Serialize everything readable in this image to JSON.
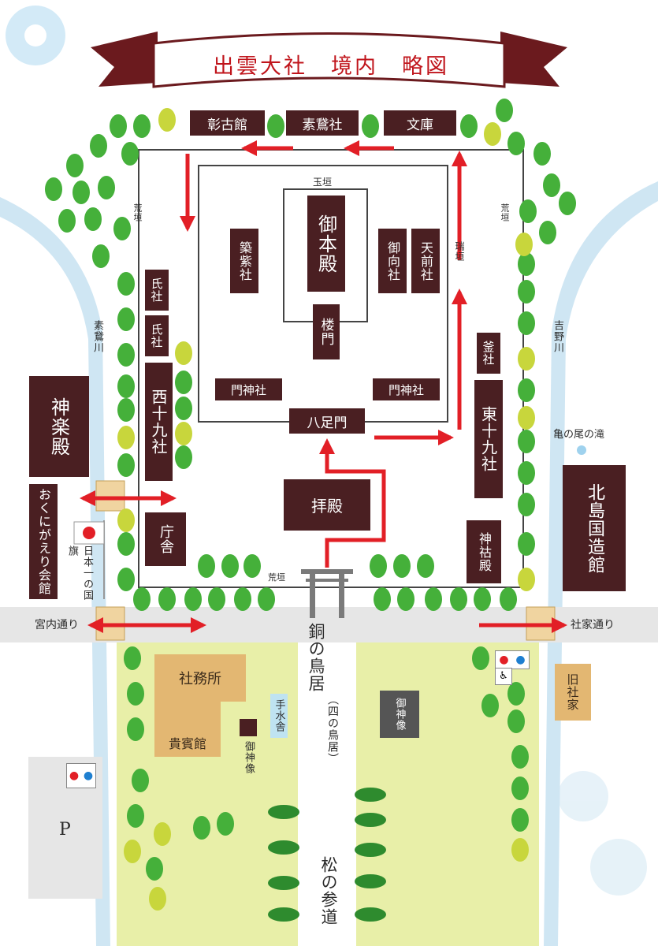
{
  "title": "出雲大社　境内　略図",
  "colors": {
    "building": "#4a1f22",
    "arrow": "#e21f26",
    "river": "#cfe6f3",
    "lawn": "#e8efa8",
    "tree_green": "#45b03a",
    "tree_yellow": "#c8d63c",
    "tan_building": "#e3b772"
  },
  "buildings": {
    "shokokan": "彰古館",
    "sogasha": "素鵞社",
    "bunko": "文庫",
    "gohonden": "御本殿",
    "tsukushi": "築紫社",
    "mimukai": "御向社",
    "amasaki": "天前社",
    "roumon": "楼門",
    "monjinja_left": "門神社",
    "monjinja_right": "門神社",
    "yatsuashimon": "八足門",
    "haiden": "拝殿",
    "ujisha1": "氏社",
    "ujisha2": "氏社",
    "nishi_jukusha": "西十九社",
    "higashi_jukusha": "東十九社",
    "kamasha": "釜社",
    "kaguraden": "神楽殿",
    "okuni": "おくにがえり会館",
    "chosha": "庁舎",
    "jinkoden": "神祜殿",
    "kitajima": "北島国造館",
    "shamusho": "社務所",
    "kihinkan": "貴賓館",
    "gojinzo_small": "御神像",
    "gojinzo_large": "御神像",
    "chozusha": "手水舎",
    "kyushake": "旧社家",
    "parking": "P"
  },
  "labels": {
    "tamagaki": "玉垣",
    "mizugaki": "瑞垣",
    "aragaki_left": "荒垣",
    "aragaki_right": "荒垣",
    "aragaki_bottom": "荒垣",
    "sogagawa": "素鵞川",
    "yoshinogawa": "吉野川",
    "kamenoo": "亀の尾の滝",
    "kokki": "日本一の国旗",
    "kunai_dori": "宮内通り",
    "shake_dori": "社家通り",
    "torii": "銅の鳥居",
    "torii_sub": "（四の鳥居）",
    "matsu": "松の参道"
  },
  "icons": {
    "flag": "japan-flag-icon",
    "torii": "torii-gate-icon",
    "toilet_main": "restroom-icon",
    "wheelchair": "wheelchair-icon",
    "toilet_parking": "restroom-icon",
    "waterfall": "waterfall-dot-icon"
  }
}
